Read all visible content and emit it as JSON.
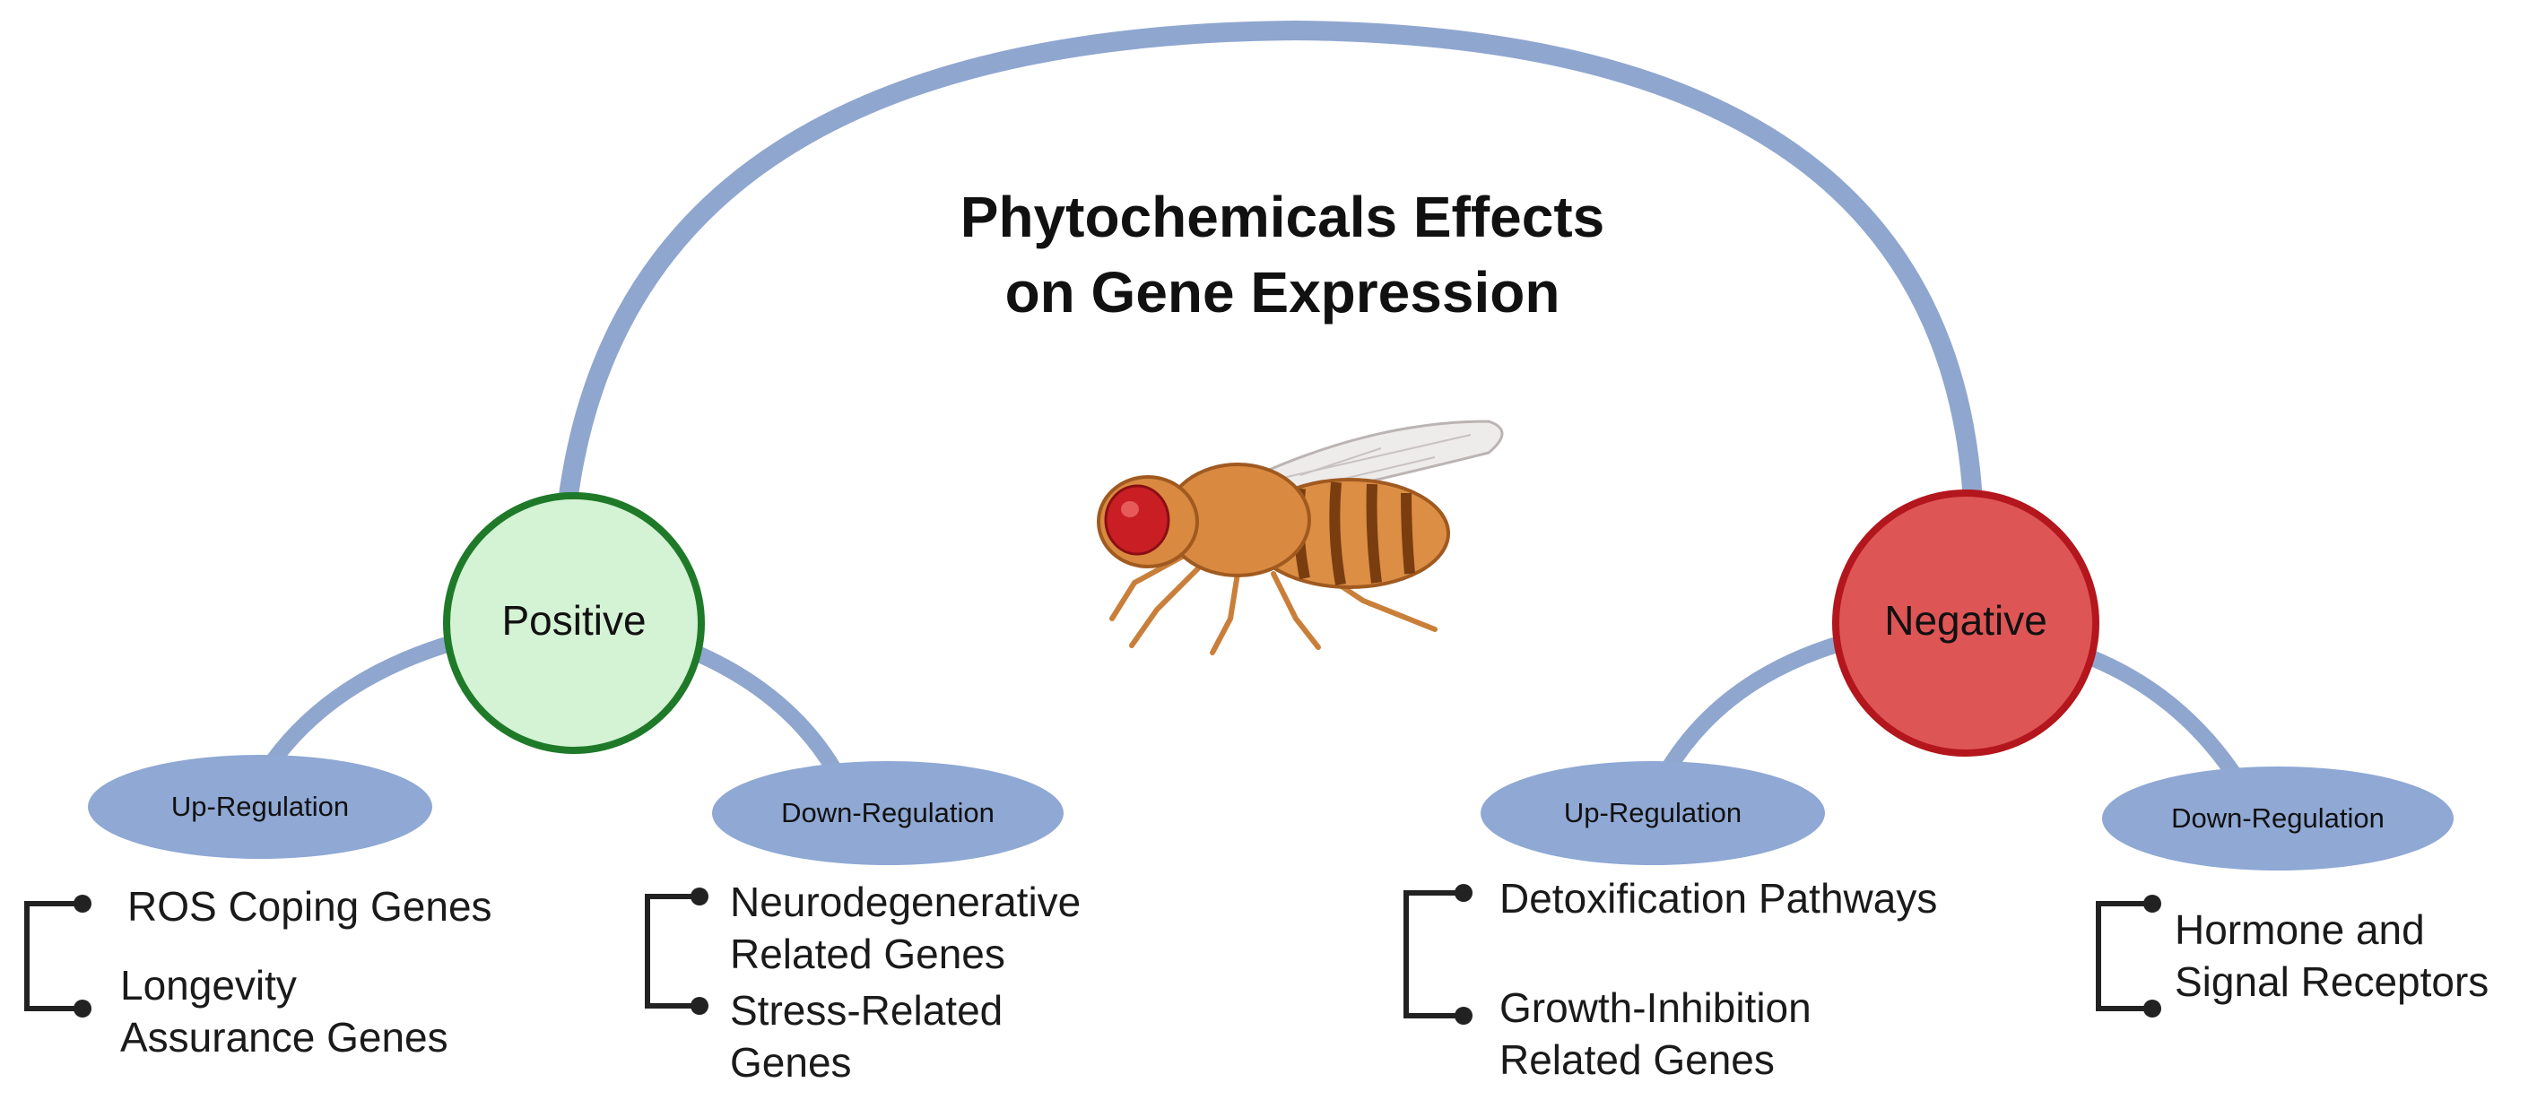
{
  "title": {
    "line1": "Phytochemicals Effects",
    "line2": "on Gene Expression"
  },
  "colors": {
    "arc": "#8fa6cf",
    "pill": "#8fa8d4",
    "positive_fill": "#d4f2d4",
    "positive_border": "#1e7a28",
    "negative_fill": "#de5556",
    "negative_border": "#b3161c",
    "bracket": "#222222"
  },
  "illustration": {
    "icon": "fruit-fly-icon"
  },
  "positive": {
    "label": "Positive",
    "up": {
      "label": "Up-Regulation",
      "items": [
        {
          "line1": "ROS Coping Genes",
          "line2": ""
        },
        {
          "line1": "Longevity",
          "line2": "Assurance Genes"
        }
      ]
    },
    "down": {
      "label": "Down-Regulation",
      "items": [
        {
          "line1": "Neurodegenerative",
          "line2": "Related Genes"
        },
        {
          "line1": "Stress-Related",
          "line2": "Genes"
        }
      ]
    }
  },
  "negative": {
    "label": "Negative",
    "up": {
      "label": "Up-Regulation",
      "items": [
        {
          "line1": "Detoxification Pathways",
          "line2": ""
        },
        {
          "line1": "Growth-Inhibition",
          "line2": "Related Genes"
        }
      ]
    },
    "down": {
      "label": "Down-Regulation",
      "items": [
        {
          "line1": "Hormone and",
          "line2": "Signal Receptors"
        }
      ]
    }
  }
}
